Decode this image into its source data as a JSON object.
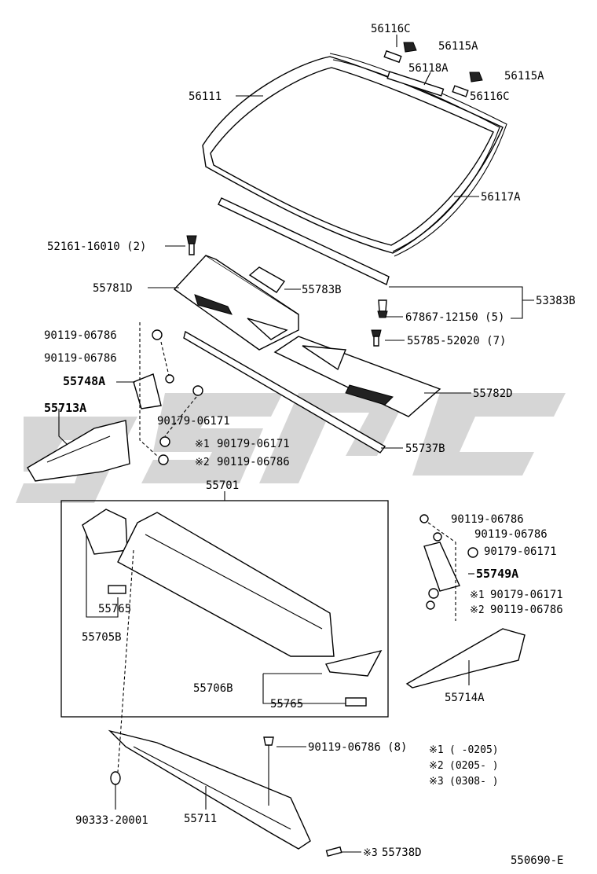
{
  "diagram_code": "550690-E",
  "labels": {
    "56116C_top": "56116C",
    "56115A_top": "56115A",
    "56118A": "56118A",
    "56115A_right": "56115A",
    "56111": "56111",
    "56116C_right": "56116C",
    "56117A": "56117A",
    "clip_52161": "52161-16010 (2)",
    "55781D": "55781D",
    "55783B": "55783B",
    "53383B": "53383B",
    "clip_67867": "67867-12150 (5)",
    "bolt_90119_a": "90119-06786",
    "clip_55785": "55785-52020 (7)",
    "bolt_90119_b": "90119-06786",
    "55748A": "55748A",
    "55782D": "55782D",
    "55713A": "55713A",
    "nut_90179_a": "90179-06171",
    "nut_90179_b": "90179-06171",
    "bolt_90119_c": "90119-06786",
    "55737B": "55737B",
    "55701": "55701",
    "bolt_90119_d": "90119-06786",
    "bolt_90119_e": "90119-06786",
    "nut_90179_c": "90179-06171",
    "55749A": "55749A",
    "nut_90179_d": "90179-06171",
    "bolt_90119_f": "90119-06786",
    "55765_left": "55765",
    "55705B": "55705B",
    "55714A": "55714A",
    "55706B": "55706B",
    "55765_right": "55765",
    "bolt_90119_g": "90119-06786 (8)",
    "plug_90333": "90333-20001",
    "55711": "55711",
    "55738D": "55738D"
  },
  "marks": {
    "m1": "※1",
    "m2": "※2",
    "m3": "※3"
  },
  "notes": [
    {
      "mark": "※1",
      "range": "(      -0205)"
    },
    {
      "mark": "※2",
      "range": "(0205-      )"
    },
    {
      "mark": "※3",
      "range": "(0308-      )"
    }
  ]
}
